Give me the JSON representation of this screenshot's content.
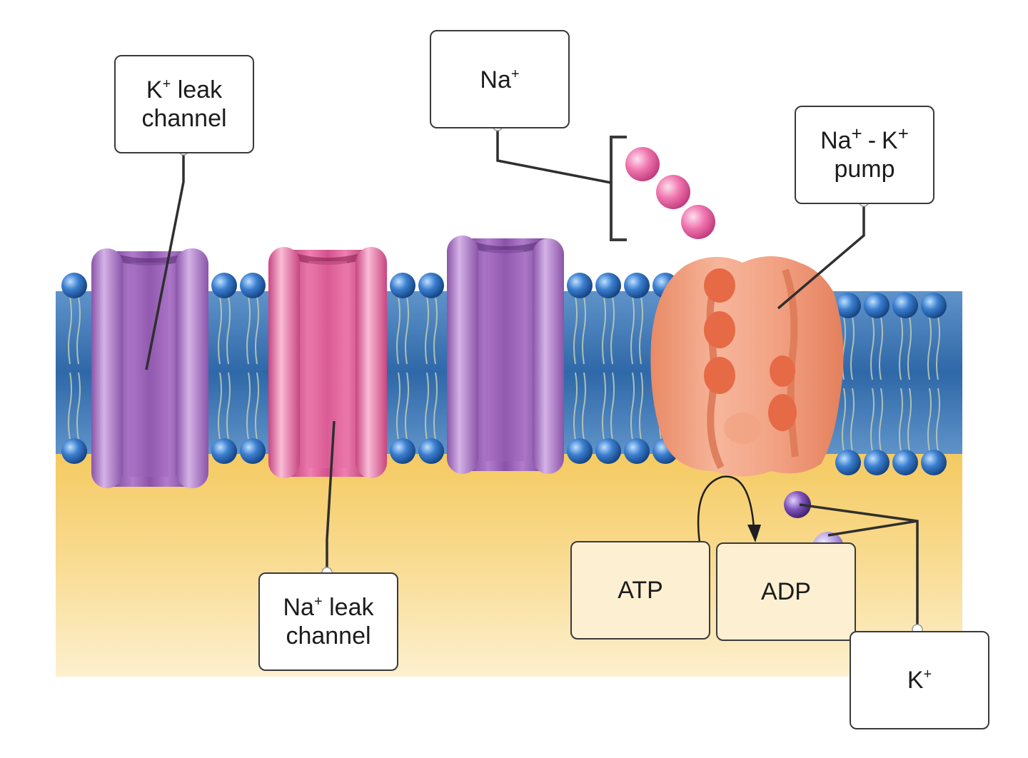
{
  "labels": {
    "k_leak_channel": {
      "line1_base": "K",
      "line1_sup": "+",
      "line1_rest": " leak",
      "line2": "channel"
    },
    "na_leak_channel": {
      "line1_base": "Na",
      "line1_sup": "+",
      "line1_rest": " leak",
      "line2": "channel"
    },
    "na_ion": {
      "base": "Na",
      "sup": "+"
    },
    "pump": {
      "na": "Na",
      "na_sup": "+",
      "dash": "-",
      "k": "K",
      "k_sup": "+",
      "line2": "pump"
    },
    "atp": "ATP",
    "adp": "ADP",
    "k_ion": {
      "base": "K",
      "sup": "+"
    }
  },
  "colors": {
    "extracellular": "#ffffff",
    "cytoplasm": "#f6d27a",
    "membrane_core": "#3f79b6",
    "phospholipid_head": "#3b7fd0",
    "k_leak_channel": "#9a5fb2",
    "na_leak_channel": "#d6508c",
    "third_channel": "#9a5fb2",
    "pump": "#e9936c",
    "na_ion": "#ec6fa8",
    "k_ion": "#7d51b8"
  }
}
